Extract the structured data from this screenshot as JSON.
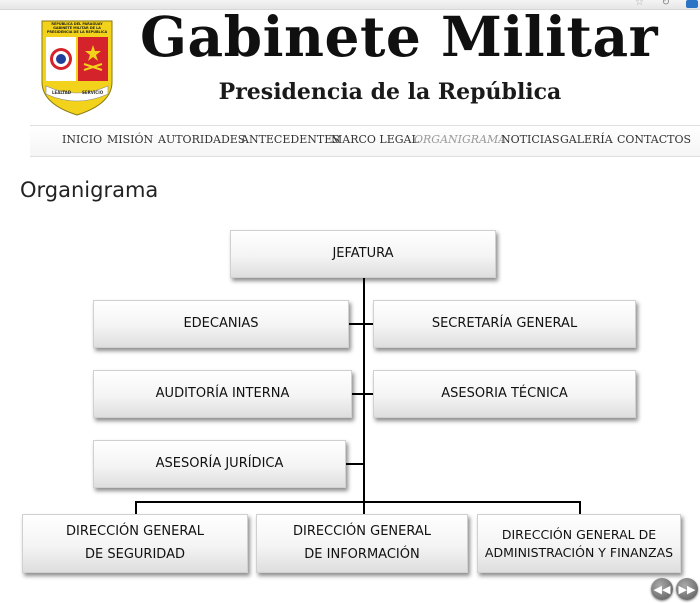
{
  "browser": {
    "star_icon": "star-icon",
    "reload_icon": "reload-icon"
  },
  "header": {
    "title": "Gabinete Militar",
    "subtitle": "Presidencia de la República",
    "logo": {
      "top_text": "REPÚBLICA DEL PARAGUAY GABINETE MILITAR DE LA PRESIDENCIA DE LA REPÚBLICA",
      "motto_left": "LEALTAD",
      "motto_right": "SERVICIO",
      "colors": {
        "yellow": "#f2d21a",
        "red": "#d4232b",
        "white": "#ffffff",
        "blue": "#1f3f9a"
      }
    }
  },
  "nav": {
    "items": [
      {
        "label": "INICIO"
      },
      {
        "label": "MISIÓN"
      },
      {
        "label": "AUTORIDADES"
      },
      {
        "label": "ANTECEDENTES"
      },
      {
        "label": "MARCO LEGAL"
      },
      {
        "label": "ORGANIGRAMA",
        "active": true
      },
      {
        "label": "NOTICIAS"
      },
      {
        "label": "GALERÍA"
      },
      {
        "label": "CONTACTOS"
      }
    ]
  },
  "page": {
    "title": "Organigrama"
  },
  "org": {
    "jefatura": "JEFATURA",
    "edecanias": "EDECANIAS",
    "secretaria": "SECRETARÍA GENERAL",
    "auditoria": "AUDITORÍA INTERNA",
    "asesoria_tecnica": "ASESORIA TÉCNICA",
    "asesoria_juridica": "ASESORÍA JURÍDICA",
    "seguridad_1": "DIRECCIÓN GENERAL",
    "seguridad_2": "DE SEGURIDAD",
    "informacion_1": "DIRECCIÓN GENERAL",
    "informacion_2": "DE INFORMACIÓN",
    "administracion_1": "DIRECCIÓN GENERAL DE",
    "administracion_2": "ADMINISTRACIÓN Y FINANZAS"
  },
  "controls": {
    "prev_icon": "rewind-icon",
    "next_icon": "fast-forward-icon"
  }
}
